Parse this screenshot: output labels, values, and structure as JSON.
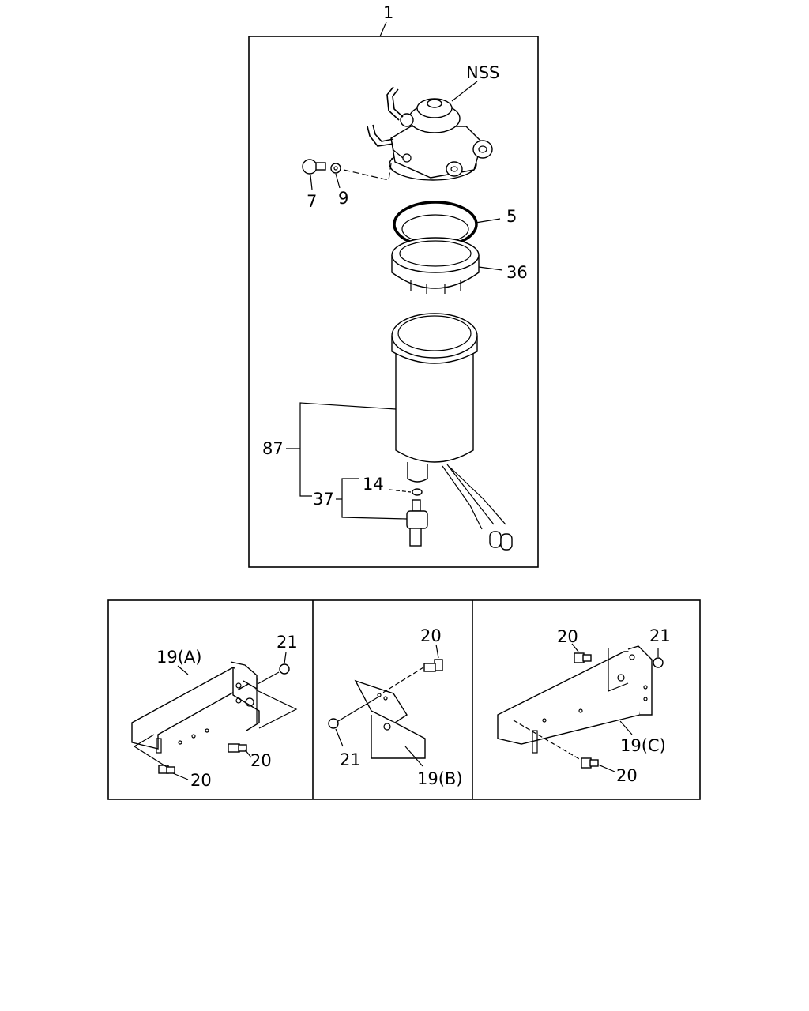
{
  "diagram": {
    "top_assembly_callout": "1",
    "callouts_main": {
      "head": "NSS",
      "bolt": "7",
      "washer": "9",
      "o_ring": "5",
      "ring_nut": "36",
      "element": "87",
      "sensor_assy": "37",
      "small_o_ring": "14"
    },
    "panel_a": {
      "bracket": "19(A)",
      "nut": "21",
      "bolt_right": "20",
      "bolt_bottom": "20"
    },
    "panel_b": {
      "bolt": "20",
      "nut": "21",
      "bracket": "19(B)"
    },
    "panel_c": {
      "bolt": "20",
      "nut": "21",
      "bracket": "19(C)",
      "bolt_bottom": "20"
    }
  }
}
